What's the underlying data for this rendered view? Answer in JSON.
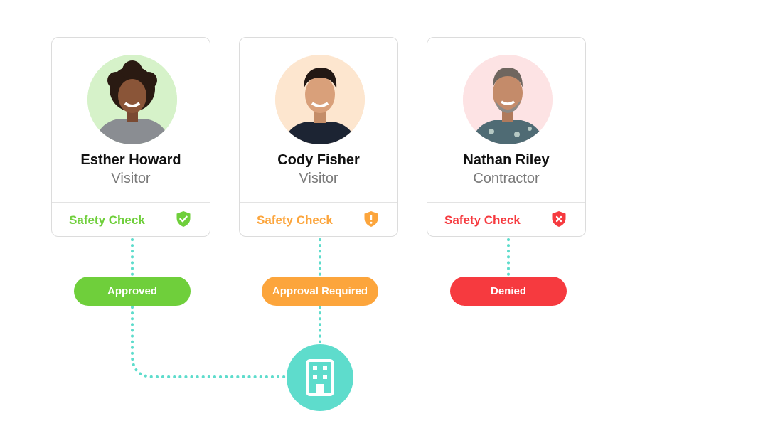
{
  "people": [
    {
      "name": "Esther Howard",
      "role": "Visitor",
      "check_label": "Safety Check",
      "status_icon": "shield-check-icon",
      "status_label": "Approved",
      "color": "#6fcf3b",
      "avatar_bg": "#d6f2c9"
    },
    {
      "name": "Cody Fisher",
      "role": "Visitor",
      "check_label": "Safety Check",
      "status_icon": "shield-alert-icon",
      "status_label": "Approval Required",
      "color": "#fca53c",
      "avatar_bg": "#fde6cf"
    },
    {
      "name": "Nathan Riley",
      "role": "Contractor",
      "check_label": "Safety Check",
      "status_icon": "shield-x-icon",
      "status_label": "Denied",
      "color": "#f63a3f",
      "avatar_bg": "#fde3e4"
    }
  ],
  "hub": {
    "icon": "building-icon",
    "color": "#5edccc"
  },
  "connector_color": "#5edccc"
}
